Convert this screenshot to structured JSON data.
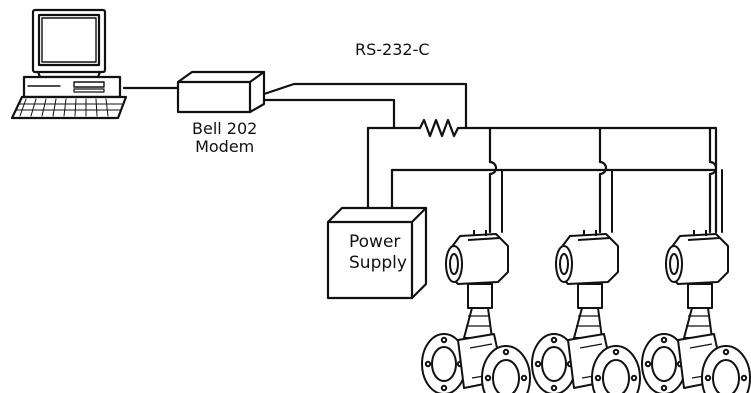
{
  "diagram": {
    "rs232_label": "RS-232-C",
    "modem_label_line1": "Bell 202",
    "modem_label_line2": "Modem",
    "power_supply_line1": "Power",
    "power_supply_line2": "Supply",
    "line_color": "#111111",
    "background_color": "#ffffff",
    "transmitter_count": 3
  }
}
